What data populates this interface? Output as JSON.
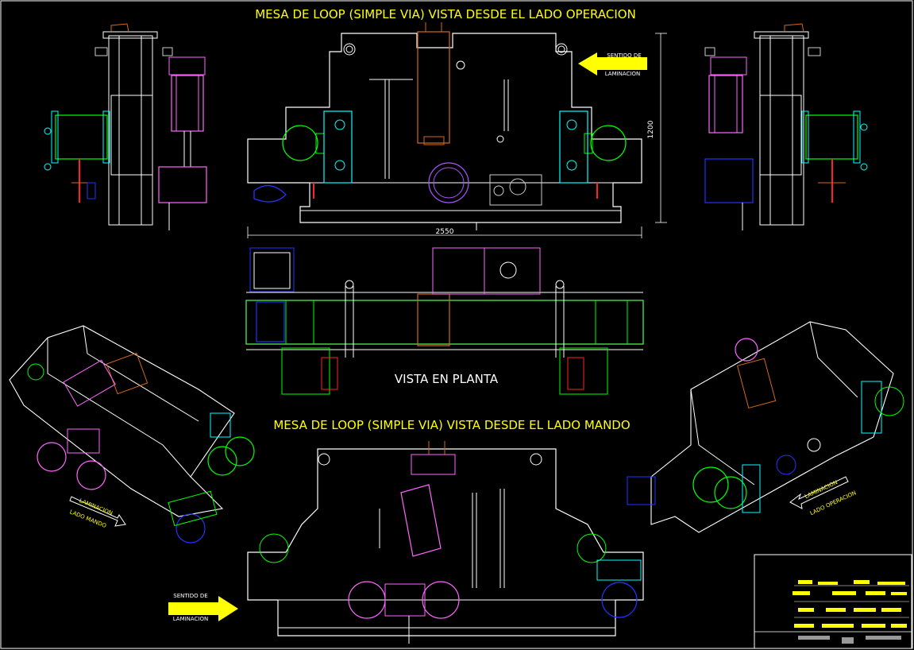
{
  "colors": {
    "background": "#000000",
    "white": "#ffffff",
    "yellow": "#ffff00",
    "green": "#00ff00",
    "cyan": "#00ffff",
    "magenta": "#ff66ff",
    "blue": "#2233ff",
    "red": "#ff2222",
    "orange": "#d2691e",
    "gray": "#999999",
    "purple": "#aa55ff"
  },
  "titles": {
    "operation_side": "MESA DE LOOP (SIMPLE VIA) VISTA DESDE EL LADO OPERACION",
    "plan_view": "VISTA EN PLANTA",
    "drive_side": "MESA DE LOOP (SIMPLE VIA) VISTA DESDE EL LADO MANDO"
  },
  "dimensions": {
    "width": "2550",
    "height": "1200"
  },
  "arrows": {
    "top_line1": "SENTIDO DE",
    "top_line2": "LAMINACION",
    "bottom_line1": "SENTIDO DE",
    "bottom_line2": "LAMINACION",
    "iso_left_line1": "LAMINACION",
    "iso_left_line2": "LADO MANDO",
    "iso_right_line1": "LAMINACION",
    "iso_right_line2": "LADO OPERACION"
  }
}
